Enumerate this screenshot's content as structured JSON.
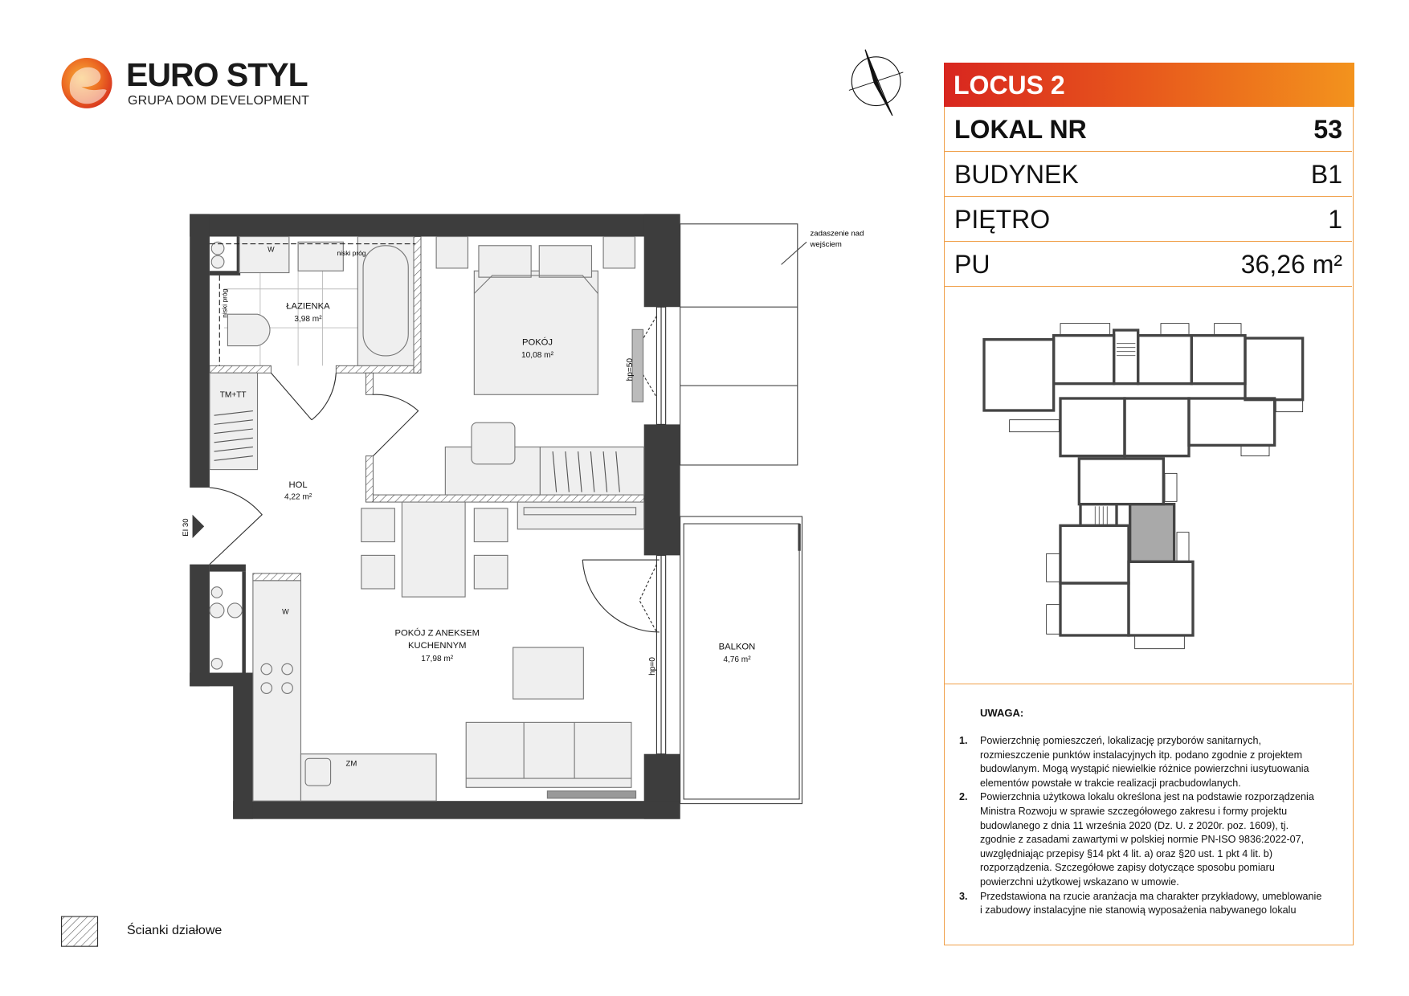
{
  "logo": {
    "title": "EURO STYL",
    "subtitle": "GRUPA DOM DEVELOPMENT"
  },
  "card": {
    "project": "LOCUS 2",
    "rows": [
      {
        "label": "LOKAL NR",
        "value": "53"
      },
      {
        "label": "BUDYNEK",
        "value": "B1"
      },
      {
        "label": "PIĘTRO",
        "value": "1"
      },
      {
        "label": "PU",
        "value": "36,26 m²"
      }
    ]
  },
  "notes": {
    "title": "UWAGA:",
    "items": [
      {
        "num": "1.",
        "text": "Powierzchnię pomieszczeń, lokalizację przyborów sanitarnych, rozmieszczenie punktów instalacyjnych itp. podano zgodnie z projektem budowlanym. Mogą wystąpić niewielkie różnice powierzchni iusytuowania elementów powstałe w trakcie realizacji pracbudowlanych."
      },
      {
        "num": "2.",
        "text": "Powierzchnia użytkowa lokalu określona jest na podstawie rozporządzenia Ministra Rozwoju w sprawie szczegółowego zakresu i formy projektu budowlanego z dnia 11 września 2020 (Dz. U. z 2020r. poz. 1609), tj. zgodnie z zasadami zawartymi w polskiej normie PN-ISO 9836:2022-07, uwzględniając przepisy §14 pkt 4 lit. a) oraz §20 ust. 1 pkt 4 lit. b) rozporządzenia. Szczegółowe zapisy dotyczące sposobu pomiaru powierzchni użytkowej wskazano w umowie."
      },
      {
        "num": "3.",
        "text": "Przedstawiona na rzucie aranżacja ma charakter przykładowy, umeblowanie i zabudowy instalacyjne nie stanowią wyposażenia nabywanego lokalu"
      }
    ]
  },
  "plan": {
    "rooms": {
      "bathroom": {
        "name": "ŁAZIENKA",
        "area": "3,98 m²"
      },
      "bedroom": {
        "name": "POKÓJ",
        "area": "10,08 m²"
      },
      "hall": {
        "name": "HOL",
        "area": "4,22 m²"
      },
      "living": {
        "name1": "POKÓJ Z ANEKSEM",
        "name2": "KUCHENNYM",
        "area": "17,98 m²"
      },
      "balcony": {
        "name": "BALKON",
        "area": "4,76 m²"
      }
    },
    "annotations": {
      "low_threshold": "niski próg",
      "canopy1": "zadaszenie nad",
      "canopy2": "wejściem",
      "hp50": "hp=50",
      "hp0": "hp=0",
      "tm_tt": "TM+TT",
      "zm": "ZM",
      "w": "W",
      "ei30": "EI 30"
    }
  },
  "legend": {
    "partition_walls": "Ścianki działowe"
  },
  "colors": {
    "accent_red": "#d8261f",
    "accent_orange": "#f3931d",
    "wall": "#3d3d3d",
    "highlight_unit": "#a9a9a9"
  }
}
